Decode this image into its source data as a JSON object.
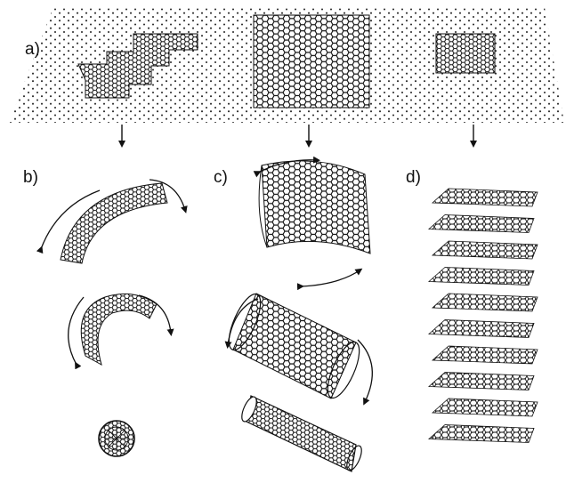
{
  "figure": {
    "panel_labels": {
      "a": "a)",
      "b": "b)",
      "c": "c)",
      "d": "d)"
    },
    "colors": {
      "ink": "#111111",
      "sheet_atoms": "#2b2b2b",
      "background": "#ffffff"
    },
    "panels": {
      "a": {
        "depicts": [
          "graphene-sheet",
          "molecular-fragment",
          "rectangular-patch",
          "square-patch"
        ]
      },
      "b": {
        "depicts": [
          "curling-sheet-arc",
          "closing-cage",
          "fullerene-ball"
        ]
      },
      "c": {
        "depicts": [
          "rolling-sheet",
          "partially-rolled-tube",
          "nanotube"
        ]
      },
      "d": {
        "depicts": [
          "stacked-graphene-layers"
        ],
        "layer_count": 10
      }
    },
    "arrow_icons": [
      "down-arrow-icon",
      "curved-arrow-icon"
    ]
  }
}
